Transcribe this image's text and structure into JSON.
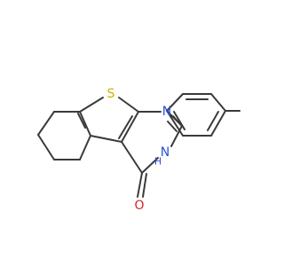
{
  "colors": {
    "bond": "#3a3a3a",
    "S": "#c8b400",
    "N": "#2a4fd8",
    "O": "#e02020"
  },
  "atoms": {
    "S": "S",
    "N1": "N",
    "N3": "N",
    "H3": "H",
    "O": "O"
  }
}
